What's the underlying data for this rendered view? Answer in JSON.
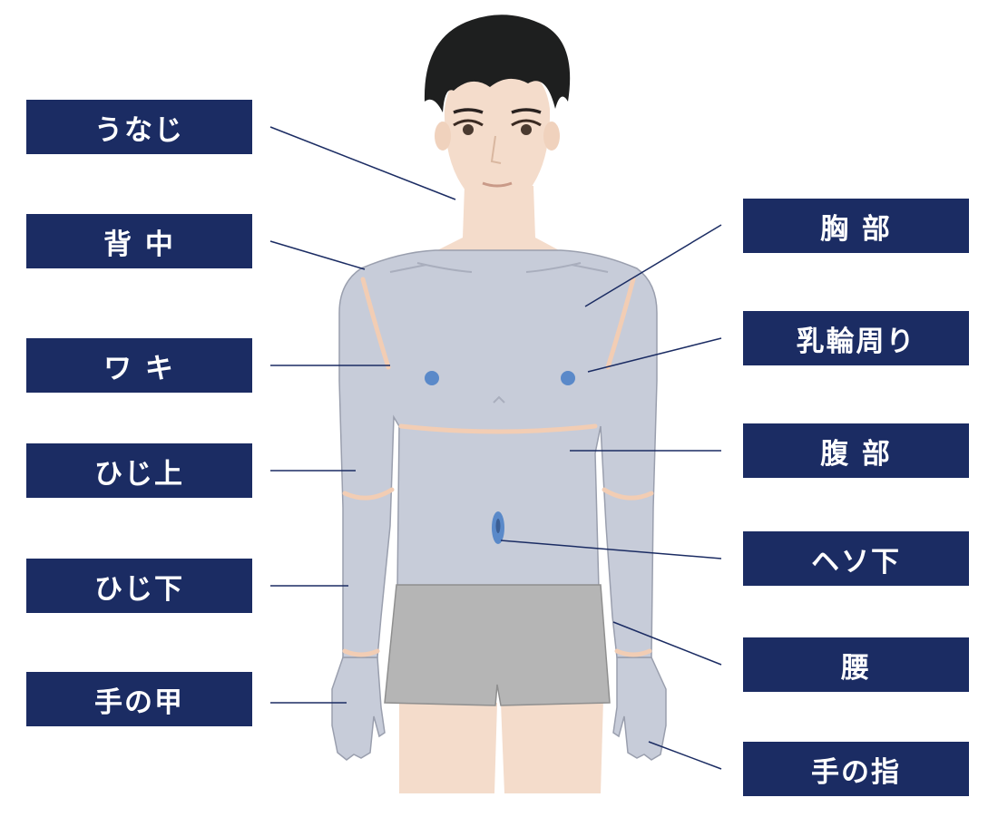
{
  "colors": {
    "label_bg": "#1b2c63",
    "label_text": "#ffffff",
    "leader_line": "#1b2c63",
    "skin": "#f4dccb",
    "shirt": "#c7ccd9",
    "shirt_outline": "#9a9fae",
    "shorts": "#b5b5b5",
    "hair": "#1e1f1f",
    "nipple_marker": "#5a89c9",
    "seam": "#f2cdb4"
  },
  "labels_left": [
    {
      "id": "nape",
      "text": "うなじ"
    },
    {
      "id": "back",
      "text": "背 中"
    },
    {
      "id": "armpit",
      "text": "ワ キ"
    },
    {
      "id": "above-elbow",
      "text": "ひじ上"
    },
    {
      "id": "below-elbow",
      "text": "ひじ下"
    },
    {
      "id": "back-of-hand",
      "text": "手の甲"
    }
  ],
  "labels_right": [
    {
      "id": "chest",
      "text": "胸 部"
    },
    {
      "id": "areola",
      "text": "乳輪周り"
    },
    {
      "id": "abdomen",
      "text": "腹 部"
    },
    {
      "id": "below-navel",
      "text": "ヘソ下"
    },
    {
      "id": "waist",
      "text": "腰"
    },
    {
      "id": "fingers",
      "text": "手の指"
    }
  ]
}
